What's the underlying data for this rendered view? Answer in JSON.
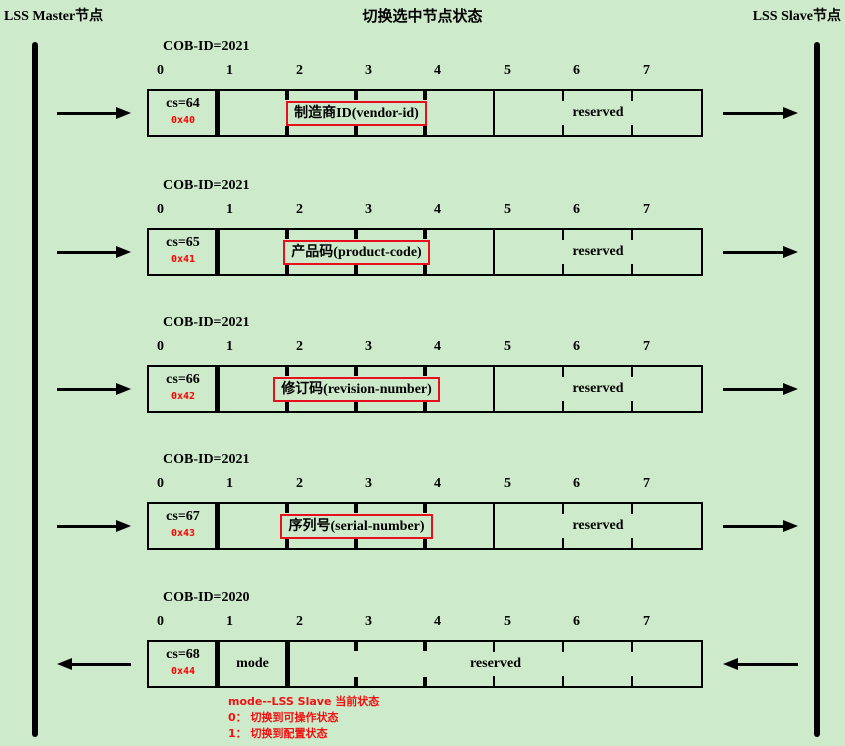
{
  "header": {
    "master_label": "LSS Master节点",
    "title": "切换选中节点状态",
    "slave_label": "LSS Slave节点"
  },
  "byte_numbers": [
    "0",
    "1",
    "2",
    "3",
    "4",
    "5",
    "6",
    "7"
  ],
  "frames": [
    {
      "cob_id": "COB-ID=2021",
      "cs": "cs=64",
      "cs_hex": "0x40",
      "field_label": "制造商ID(vendor-id)",
      "reserved_label": "reserved",
      "direction": "master-to-slave"
    },
    {
      "cob_id": "COB-ID=2021",
      "cs": "cs=65",
      "cs_hex": "0x41",
      "field_label": "产品码(product-code)",
      "reserved_label": "reserved",
      "direction": "master-to-slave"
    },
    {
      "cob_id": "COB-ID=2021",
      "cs": "cs=66",
      "cs_hex": "0x42",
      "field_label": "修订码(revision-number)",
      "reserved_label": "reserved",
      "direction": "master-to-slave"
    },
    {
      "cob_id": "COB-ID=2021",
      "cs": "cs=67",
      "cs_hex": "0x43",
      "field_label": "序列号(serial-number)",
      "reserved_label": "reserved",
      "direction": "master-to-slave"
    },
    {
      "cob_id": "COB-ID=2020",
      "cs": "cs=68",
      "cs_hex": "0x44",
      "mode_label": "mode",
      "reserved_label": "reserved",
      "direction": "slave-to-master"
    }
  ],
  "annotations": {
    "line1": "mode--LSS Slave 当前状态",
    "line2": "0： 切换到可操作状态",
    "line3": "1： 切换到配置状态"
  },
  "colors": {
    "background": "#cdeaca",
    "line": "#000000",
    "highlight_red": "#e8101c",
    "annotation_red": "#f21111"
  }
}
